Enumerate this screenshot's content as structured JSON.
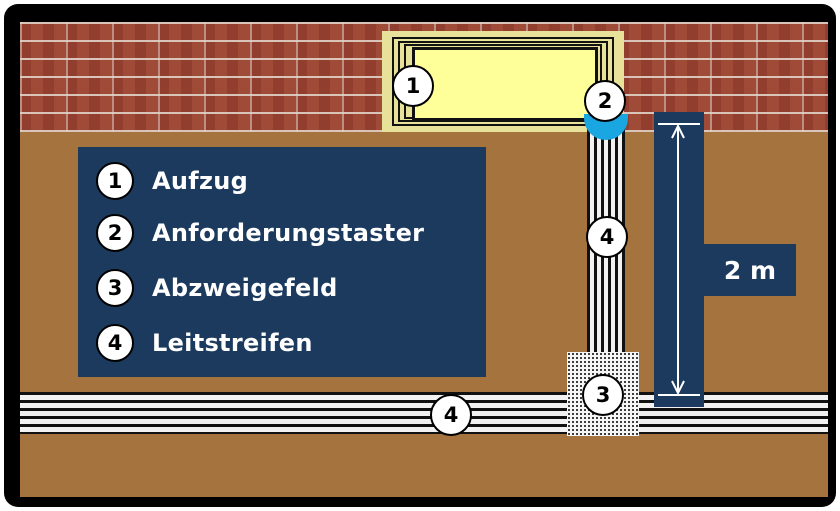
{
  "legend": {
    "items": [
      {
        "number": "1",
        "label": "Aufzug"
      },
      {
        "number": "2",
        "label": "Anforderungstaster"
      },
      {
        "number": "3",
        "label": "Abzweigefeld"
      },
      {
        "number": "4",
        "label": "Leitstreifen"
      }
    ]
  },
  "markers": {
    "elevator": "1",
    "button": "2",
    "branch_field": "3",
    "guide_vertical": "4",
    "guide_horizontal": "4"
  },
  "dimension": {
    "label": "2 m"
  },
  "colors": {
    "panel": "#1b3a5e",
    "ground": "#a4733e",
    "wall": "#a04a38",
    "button": "#1aa6e0",
    "elevator": "#ffff99"
  }
}
